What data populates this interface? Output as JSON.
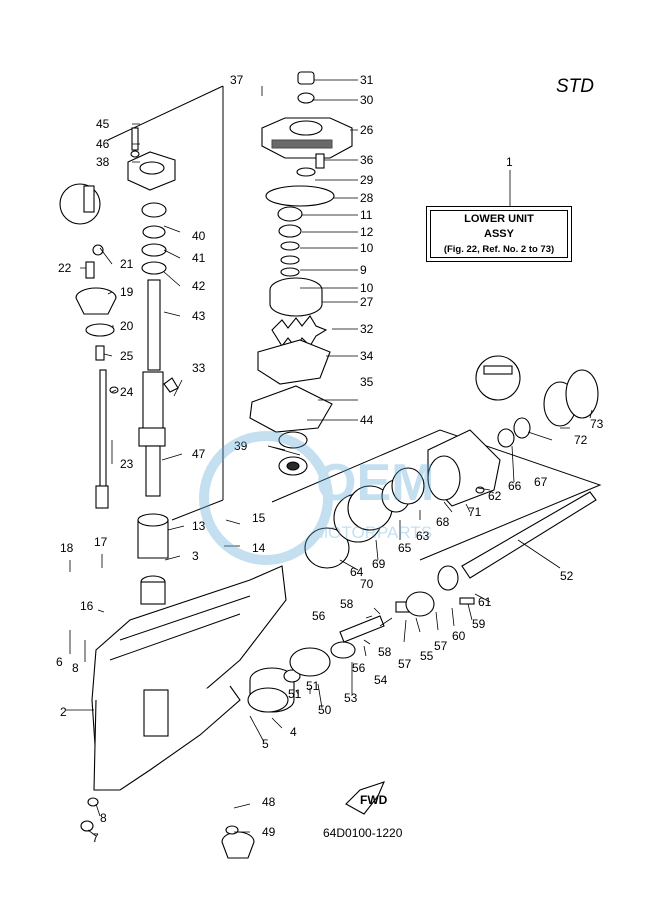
{
  "header": {
    "variant": "STD"
  },
  "assembly_box": {
    "ref_number": "1",
    "line1": "LOWER UNIT",
    "line2": "ASSY",
    "line3": "(Fig. 22, Ref. No. 2 to 73)"
  },
  "diagram_code": "64D0100-1220",
  "fwd_label": "FWD",
  "watermark": {
    "brand": "OEM",
    "sub": "MOTORPARTS",
    "color": "#5aa7d6"
  },
  "callouts": [
    "31",
    "30",
    "26",
    "36",
    "29",
    "28",
    "11",
    "12",
    "10",
    "9",
    "10",
    "27",
    "32",
    "34",
    "35",
    "44",
    "39",
    "37",
    "45",
    "46",
    "38",
    "40",
    "41",
    "42",
    "43",
    "21",
    "22",
    "19",
    "20",
    "25",
    "24",
    "33",
    "23",
    "47",
    "13",
    "15",
    "14",
    "3",
    "18",
    "17",
    "16",
    "6",
    "8",
    "2",
    "5",
    "4",
    "51",
    "51",
    "50",
    "53",
    "56",
    "54",
    "58",
    "58",
    "56",
    "57",
    "55",
    "57",
    "60",
    "59",
    "61",
    "52",
    "64",
    "70",
    "69",
    "65",
    "63",
    "68",
    "71",
    "62",
    "66",
    "67",
    "72",
    "73",
    "48",
    "49",
    "8",
    "7"
  ]
}
